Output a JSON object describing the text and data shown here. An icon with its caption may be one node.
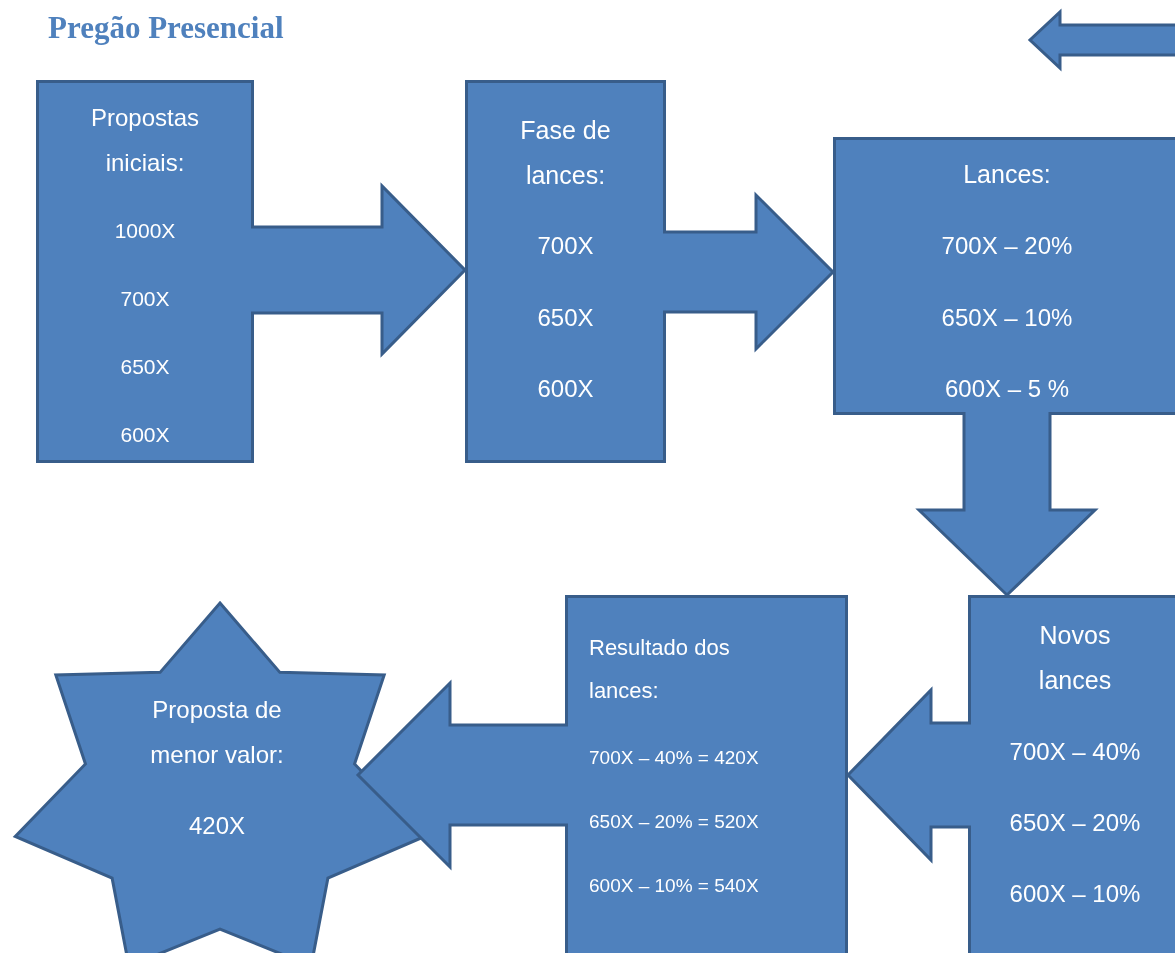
{
  "diagram": {
    "title": "Pregão Presencial",
    "nodes": [
      {
        "text": [
          "Propostas iniciais:",
          "1000X",
          "700X",
          "650X",
          "600X"
        ]
      },
      {
        "text": [
          "Fase de lances:",
          "700X",
          "650X",
          "600X"
        ]
      },
      {
        "text": [
          "Lances:",
          "700X – 20%",
          "650X – 10%",
          "600X – 5 %"
        ]
      },
      {
        "text": [
          "Novos lances",
          "700X – 40%",
          "650X – 20%",
          "600X – 10%"
        ]
      },
      {
        "text": [
          "Resultado dos lances:",
          "700X – 40% = 420X",
          "650X – 20% = 520X",
          "600X – 10% = 540X"
        ]
      },
      {
        "text": [
          "Proposta de menor valor:",
          "420X"
        ]
      }
    ],
    "edges": [
      {
        "from": 0,
        "to": 1,
        "arrow": "to"
      },
      {
        "from": 1,
        "to": 2,
        "arrow": "to"
      },
      {
        "from": 2,
        "to": 3,
        "arrow": "to"
      },
      {
        "from": 3,
        "to": 4,
        "arrow": "to"
      },
      {
        "from": 4,
        "to": 5,
        "arrow": "to"
      }
    ]
  }
}
